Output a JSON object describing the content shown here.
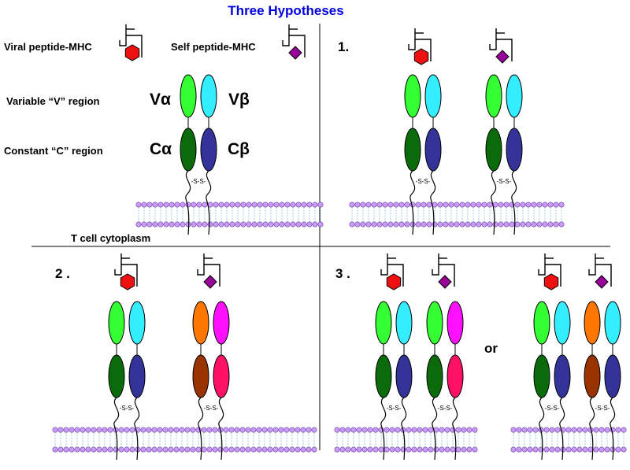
{
  "title": "Three Hypotheses",
  "legend": {
    "viral": "Viral peptide-MHC",
    "self": "Self peptide-MHC",
    "variable": "Variable “V” region",
    "constant": "Constant “C” region",
    "v_alpha": "Vα",
    "v_beta": "Vβ",
    "c_alpha": "Cα",
    "c_beta": "Cβ",
    "cytoplasm": "T cell cytoplasm"
  },
  "panels": {
    "p1": "1.",
    "p2": "2 .",
    "p3": "3 .",
    "or": "or"
  },
  "disulfide": "-S-S-",
  "colors": {
    "title": "#0000dd",
    "valpha": "#33ff33",
    "vbeta": "#33eeff",
    "calpha": "#0a6b0a",
    "cbeta": "#333399",
    "v_orange": "#ff7700",
    "v_magenta": "#ff11ff",
    "c_brown": "#993300",
    "c_pink": "#ff1166",
    "viral_peptide": "#ee1111",
    "self_peptide": "#990099",
    "lipid_head": "#cc99ff",
    "lipid_tail": "#88bbdd"
  }
}
